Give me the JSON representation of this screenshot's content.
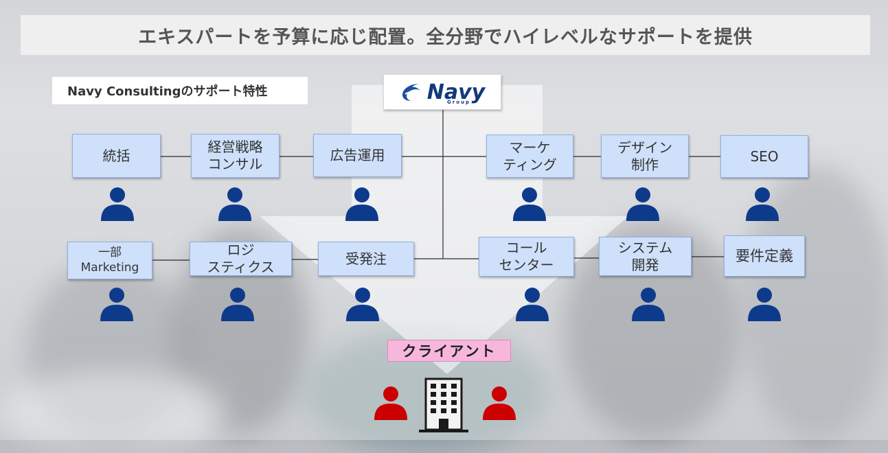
{
  "title": "エキスパートを予算に応じ配置。全分野でハイレベルなサポートを提供",
  "subtitle": "Navy Consultingのサポート特性",
  "logo": {
    "name": "Navy",
    "sub": "Group"
  },
  "top_row": [
    {
      "label": "統括"
    },
    {
      "label": "経営戦略\nコンサル"
    },
    {
      "label": "広告運用"
    },
    {
      "label": "マーケ\nティング"
    },
    {
      "label": "デザイン\n制作"
    },
    {
      "label": "SEO"
    }
  ],
  "bottom_row": [
    {
      "label": "一部\nMarketing"
    },
    {
      "label": "ロジ\nスティクス"
    },
    {
      "label": "受発注"
    },
    {
      "label": "コール\nセンター"
    },
    {
      "label": "システム\n開発"
    },
    {
      "label": "要件定義"
    }
  ],
  "client_label": "クライアント",
  "colors": {
    "expert": "#0e3a8c",
    "client": "#cc0000",
    "box": "#cfe0fb",
    "client_box": "#f7b7dd"
  }
}
